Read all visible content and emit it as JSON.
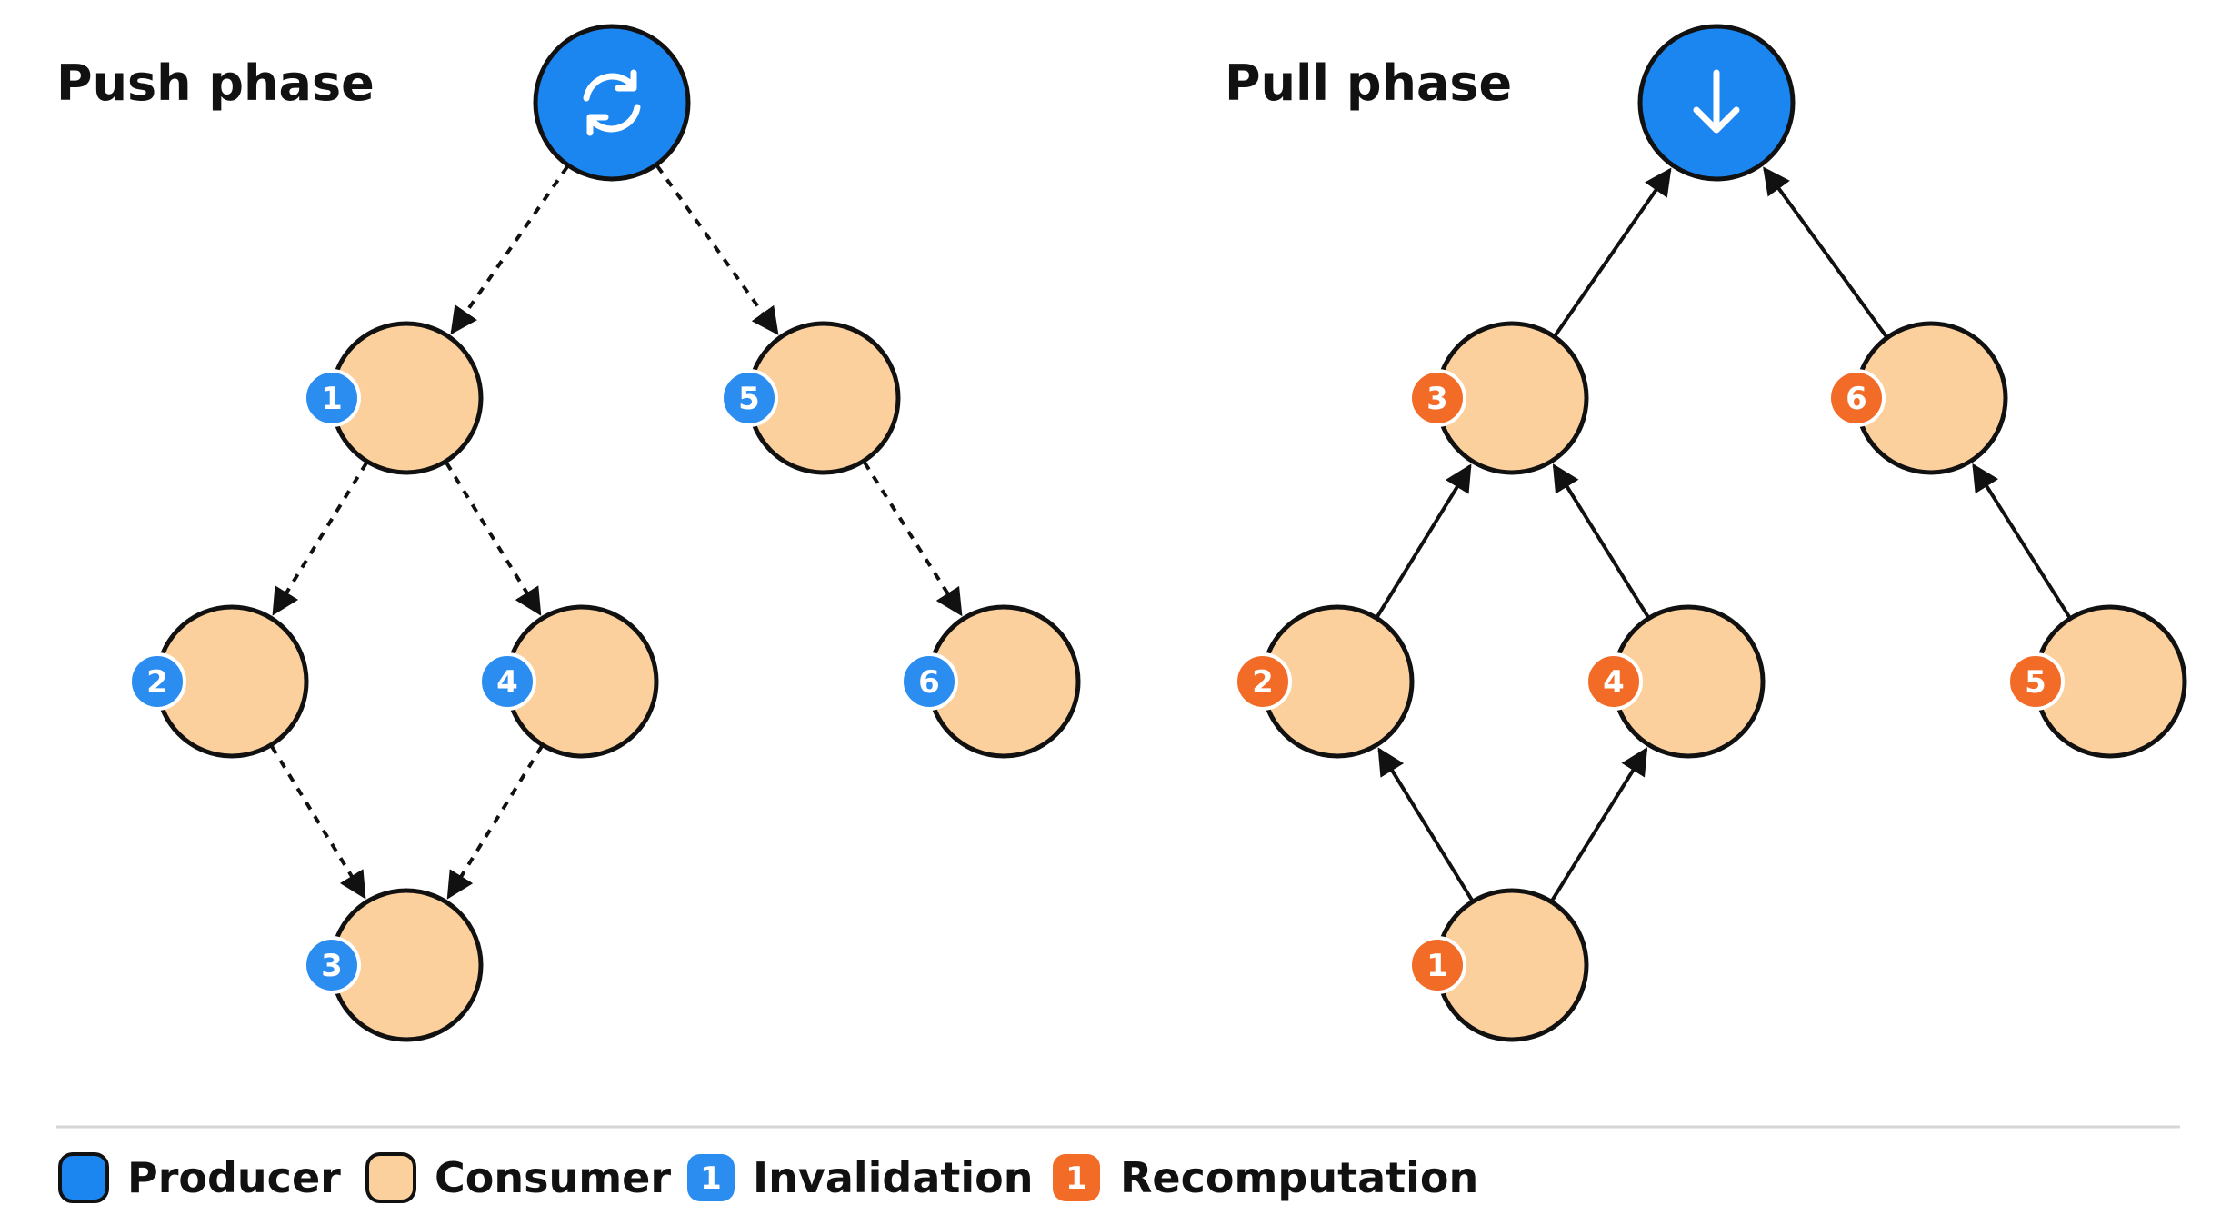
{
  "colors": {
    "producer": "#1B85F0",
    "consumer": "#FBD09D",
    "invalidation": "#2C8DF1",
    "recomputation": "#F26C28",
    "stroke": "#111111",
    "divider": "#D6D6D6"
  },
  "push_phase": {
    "title": "Push phase",
    "producer_icon": "refresh-icon",
    "edge_style": "dashed",
    "edge_direction": "parent-to-child",
    "nodes": [
      {
        "id": "a",
        "badge": "1",
        "parent": "producer"
      },
      {
        "id": "b",
        "badge": "5",
        "parent": "producer"
      },
      {
        "id": "c",
        "badge": "2",
        "parent": "a"
      },
      {
        "id": "d",
        "badge": "4",
        "parent": "a"
      },
      {
        "id": "e",
        "badge": "6",
        "parent": "b"
      },
      {
        "id": "f",
        "badge": "3",
        "parents": [
          "c",
          "d"
        ]
      }
    ]
  },
  "pull_phase": {
    "title": "Pull phase",
    "producer_icon": "arrow-down-icon",
    "edge_style": "solid",
    "edge_direction": "child-to-parent",
    "nodes": [
      {
        "id": "a",
        "badge": "3",
        "parent": "producer"
      },
      {
        "id": "b",
        "badge": "6",
        "parent": "producer"
      },
      {
        "id": "c",
        "badge": "2",
        "parent": "a"
      },
      {
        "id": "d",
        "badge": "4",
        "parent": "a"
      },
      {
        "id": "e",
        "badge": "5",
        "parent": "b"
      },
      {
        "id": "f",
        "badge": "1",
        "parents": [
          "c",
          "d"
        ]
      }
    ]
  },
  "legend": {
    "producer": "Producer",
    "consumer": "Consumer",
    "invalidation": {
      "badge": "1",
      "label": "Invalidation"
    },
    "recomputation": {
      "badge": "1",
      "label": "Recomputation"
    }
  }
}
